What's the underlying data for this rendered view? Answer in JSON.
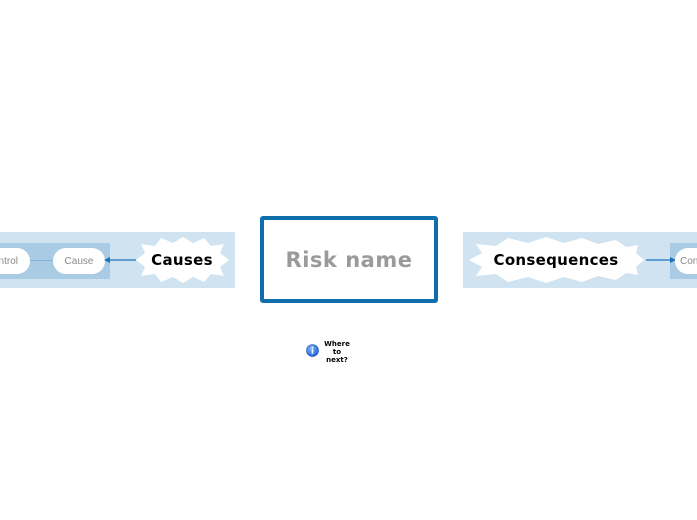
{
  "central": {
    "title": "Risk name"
  },
  "causes": {
    "label": "Causes",
    "cause_label": "Cause",
    "control_label": "Control"
  },
  "consequences": {
    "label": "Consequences",
    "item_label": "Consequence"
  },
  "info": {
    "text_line1": "Where",
    "text_line2": "to",
    "text_line3": "next?",
    "icon": "info-icon"
  },
  "colors": {
    "border": "#0f6fad",
    "band": "#cfe3f0",
    "subband": "#a9cce4",
    "arrow": "#1a73b8"
  }
}
